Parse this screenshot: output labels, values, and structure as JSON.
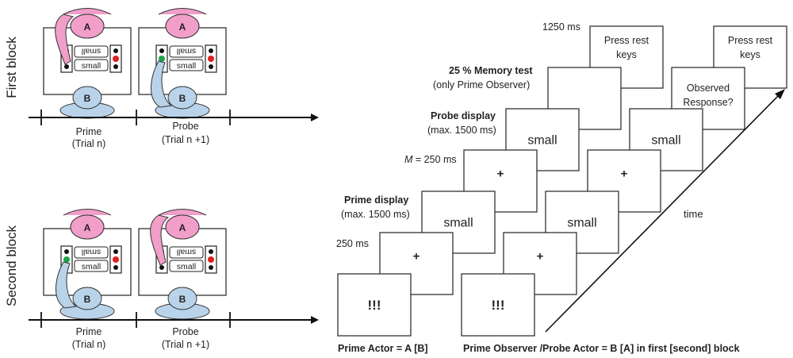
{
  "left": {
    "blocks": [
      {
        "label": "First block",
        "prime": {
          "title": "Prime",
          "sub": "(Trial n)",
          "top_word": "small",
          "bottom_word": "small",
          "green_word": "top"
        },
        "probe": {
          "title": "Probe",
          "sub": "(Trial n +1)",
          "top_word": "small",
          "bottom_word": "small",
          "green_word": "bottom"
        }
      },
      {
        "label": "Second block",
        "prime": {
          "title": "Prime",
          "sub": "(Trial n)",
          "top_word": "small",
          "bottom_word": "small",
          "green_word": "bottom"
        },
        "probe": {
          "title": "Probe",
          "sub": "(Trial n +1)",
          "top_word": "small",
          "bottom_word": "small",
          "green_word": "top"
        }
      }
    ],
    "person_a": "A",
    "person_b": "B"
  },
  "right": {
    "prime_sequence": [
      {
        "content": "!!!",
        "label": ""
      },
      {
        "content": "+",
        "label": "250 ms"
      },
      {
        "content": "small",
        "label_bold": "Prime display",
        "label": "(max. 1500 ms)",
        "green": true
      },
      {
        "content": "+",
        "label_italic": "M",
        "label": " = 250 ms"
      },
      {
        "content": "small",
        "label_bold": "Probe display",
        "label": "(max. 1500 ms)"
      },
      {
        "content": "",
        "label_bold": "25 % Memory test",
        "label": "(only Prime Observer)"
      },
      {
        "content": "Press rest keys",
        "label": "1250 ms"
      }
    ],
    "probe_sequence": [
      {
        "content": "!!!"
      },
      {
        "content": "+"
      },
      {
        "content": "small"
      },
      {
        "content": "+"
      },
      {
        "content": "small",
        "green": true
      },
      {
        "content": "Observed Response?"
      },
      {
        "content": "Press rest keys"
      }
    ],
    "time_label": "time",
    "caption_left": "Prime Actor = A [B]",
    "caption_right": "Prime Observer /Probe Actor = B [A] in first [second] block"
  },
  "colors": {
    "pink": "#f19ec9",
    "blue": "#b9d3ea",
    "green_text": "#1f9a52",
    "green_led": "#1ea34a",
    "red_led": "#e02020"
  }
}
